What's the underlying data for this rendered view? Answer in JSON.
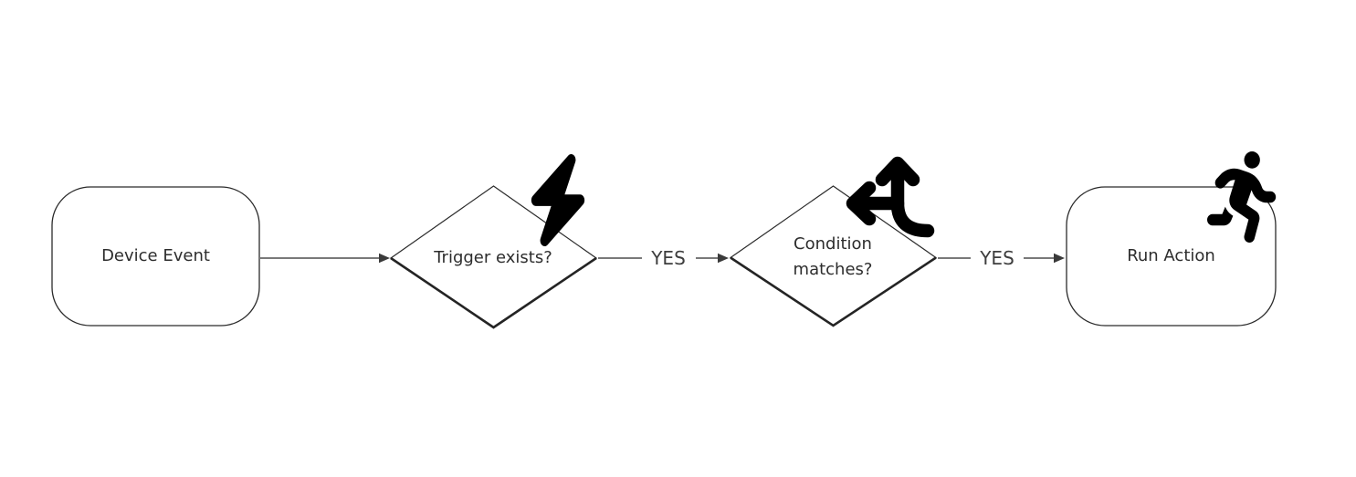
{
  "diagram": {
    "nodes": {
      "device_event": {
        "label": "Device Event",
        "shape": "rounded-rect"
      },
      "trigger_exists": {
        "label": "Trigger exists?",
        "shape": "decision-diamond",
        "icon": "lightning-bolt-icon"
      },
      "condition_matches": {
        "label": "Condition matches?",
        "shape": "decision-diamond",
        "icon": "arrows-split-up-left-icon"
      },
      "run_action": {
        "label": "Run Action",
        "shape": "rounded-rect",
        "icon": "person-running-icon"
      }
    },
    "edges": {
      "trigger_to_condition": {
        "label": "YES"
      },
      "condition_to_action": {
        "label": "YES"
      }
    },
    "colors": {
      "background": "#ffffff",
      "shape_stroke": "#2b2b2b",
      "connector": "#4d4d4d",
      "arrowhead": "#3a3a3a",
      "text": "#2d2d2d",
      "icon": "#000000"
    }
  }
}
